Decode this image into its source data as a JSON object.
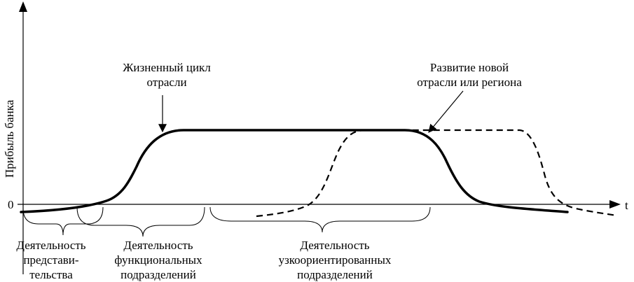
{
  "axes": {
    "y_label": "Прибыль банка",
    "x_label": "t",
    "origin_label": "0"
  },
  "annotations": {
    "industry_cycle": [
      "Жизненный цикл",
      "отрасли"
    ],
    "new_development": [
      "Развитие новой",
      "отрасли или региона"
    ]
  },
  "phases": [
    {
      "lines": [
        "Деятельность",
        "представи-",
        "тельства"
      ]
    },
    {
      "lines": [
        "Деятельность",
        "функциональных",
        "подразделений"
      ]
    },
    {
      "lines": [
        "Деятельность",
        "узкоориентированных",
        "подразделений"
      ]
    }
  ],
  "curves": [
    {
      "name": "industry-cycle-curve",
      "style": "solid"
    },
    {
      "name": "new-development-curve",
      "style": "dashed"
    }
  ],
  "colors": {
    "ink": "#000000",
    "background": "#ffffff"
  }
}
